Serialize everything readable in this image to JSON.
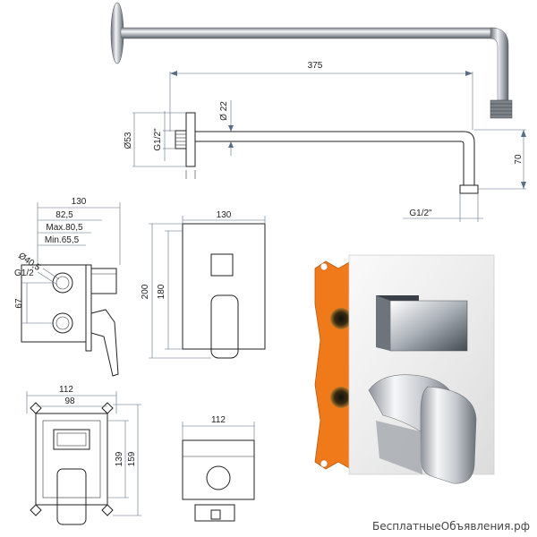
{
  "labels": {
    "arm_length": "375",
    "pipe_diameter": "Ø 22",
    "flange_diameter": "Ø53",
    "thread_left": "G1/2\"",
    "drop_height": "70",
    "thread_outlet": "G1/2\"",
    "front_width": "130",
    "front_height_outer": "200",
    "front_height_inner": "180",
    "side_width": "130",
    "side_depth_a": "82,5",
    "side_depth_max": "Max.80,5",
    "side_depth_min": "Min.65,5",
    "side_hole_diameter": "Ø40,5",
    "side_thread": "G1/2",
    "side_spacing": "67",
    "box_outer_width": "112",
    "box_inner_width": "98",
    "box_inner_height": "139",
    "box_outer_height": "159",
    "bottom_width": "112"
  },
  "watermark": "БесплатныеОбъявления.рф",
  "colors": {
    "line": "#222222",
    "chrome_light": "#f2f4f6",
    "chrome_dark": "#5b6169",
    "plate": "#ececec",
    "orange": "#f07a1a"
  }
}
